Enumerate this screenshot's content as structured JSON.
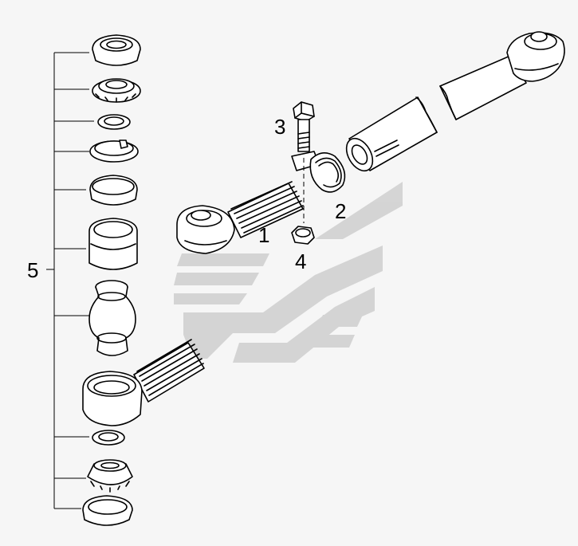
{
  "diagram": {
    "callouts": [
      {
        "id": "1",
        "text": "1"
      },
      {
        "id": "2",
        "text": "2"
      },
      {
        "id": "3",
        "text": "3"
      },
      {
        "id": "4",
        "text": "4"
      },
      {
        "id": "5",
        "text": "5"
      }
    ],
    "colors": {
      "line": "#000000",
      "watermark": "#cfcfcf",
      "background": "#f6f6f6"
    }
  }
}
